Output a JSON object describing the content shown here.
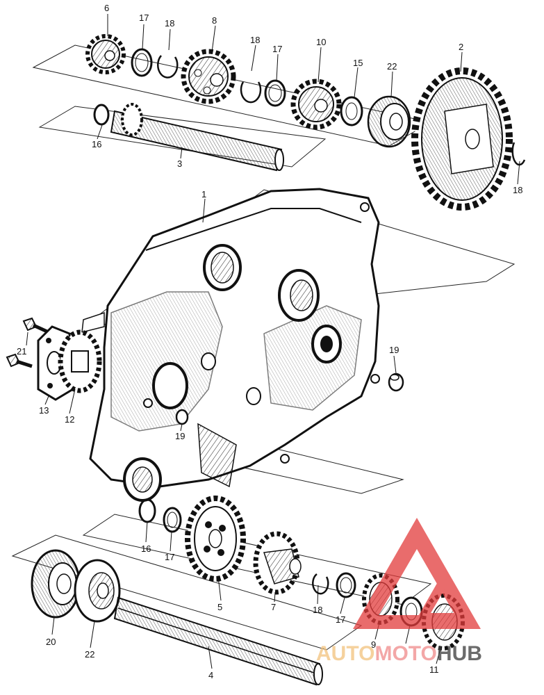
{
  "callouts": {
    "c1": "1",
    "c2": "2",
    "c3": "3",
    "c4": "4",
    "c5": "5",
    "c6": "6",
    "c7": "7",
    "c8": "8",
    "c9": "9",
    "c10": "10",
    "c11": "11",
    "c12": "12",
    "c13": "13",
    "c15": "15",
    "c16a": "16",
    "c16b": "16",
    "c17a": "17",
    "c17b": "17",
    "c17c": "17",
    "c17d": "17",
    "c18a": "18",
    "c18b": "18",
    "c18c": "18",
    "c18d": "18",
    "c19a": "19",
    "c19b": "19",
    "c20": "20",
    "c21": "21",
    "c22a": "22",
    "c22b": "22"
  },
  "watermark": {
    "brand_auto": "AUTO",
    "brand_moto": "MOTO",
    "brand_hub": "HUB",
    "colors": {
      "auto": "#f2c27d",
      "moto": "#f08a8a",
      "hub": "#3a3a3a",
      "logo": "#e23b3b"
    }
  }
}
